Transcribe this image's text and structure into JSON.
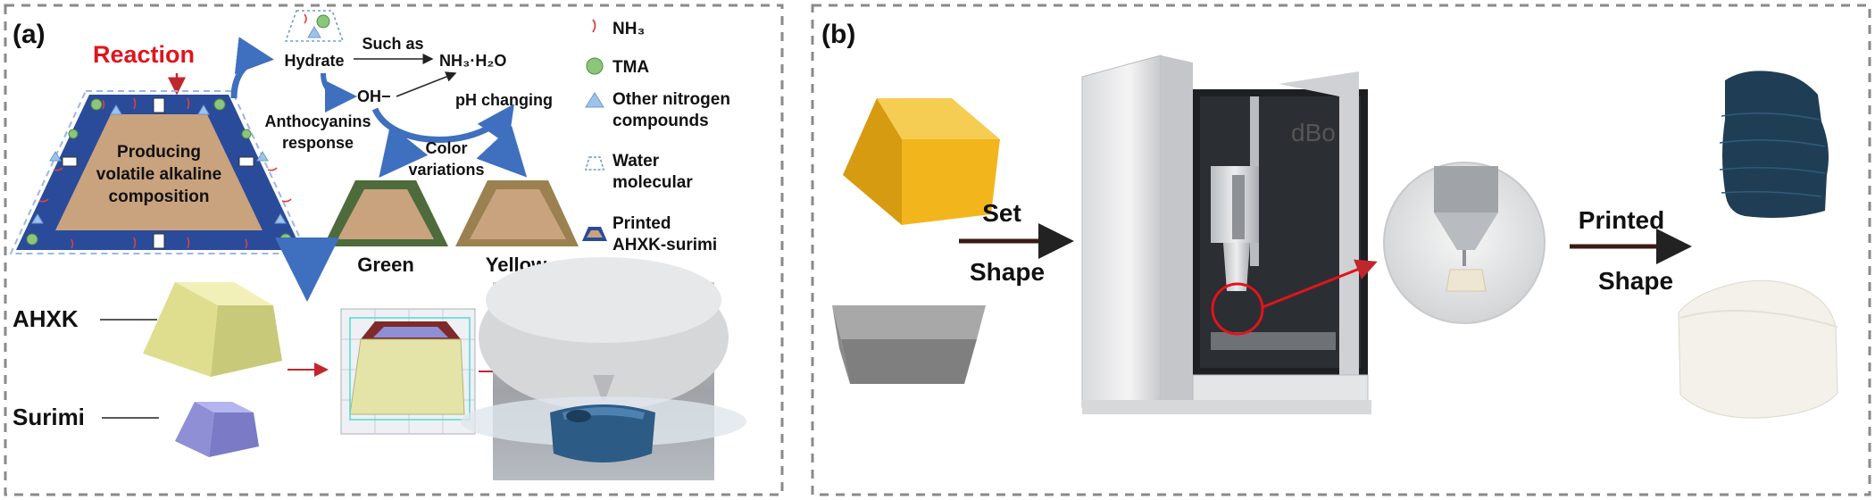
{
  "panel_a": {
    "label": "(a)",
    "reaction": "Reaction",
    "hydrate": "Hydrate",
    "such_as": "Such as",
    "nh3_h2o": "NH₃·H₂O",
    "oh": "OH−",
    "ph_changing": "pH changing",
    "anthocyanins_line1": "Anthocyanins",
    "anthocyanins_line2": "response",
    "color_line1": "Color",
    "color_line2": "variations",
    "center_line1": "Producing",
    "center_line2": "volatile alkaline",
    "center_line3": "composition",
    "green": "Green",
    "yellow": "Yellow",
    "ahxk": "AHXK",
    "surimi": "Surimi",
    "legend": {
      "nh3": "NH₃",
      "tma": "TMA",
      "other_line1": "Other nitrogen",
      "other_line2": "compounds",
      "water_line1": "Water",
      "water_line2": "molecular",
      "printed_line1": "Printed",
      "printed_line2": "AHXK-surimi"
    }
  },
  "panel_b": {
    "label": "(b)",
    "set": "Set",
    "shape1": "Shape",
    "printed": "Printed",
    "shape2": "Shape",
    "printer_brand": "dBo"
  },
  "colors": {
    "reaction_red": "#e0141c",
    "arrow_blue": "#3f6fbf",
    "frame_blue": "#2a4b9a",
    "tan": "#c9a27e",
    "green_frame": "#4e6b3c",
    "yellow_frame": "#9c8150",
    "ahxk_yellow": "#dede8e",
    "surimi_purple": "#8f8fd6",
    "cube_gold": "#f2b51c",
    "box_gray": "#8a8a8a"
  }
}
